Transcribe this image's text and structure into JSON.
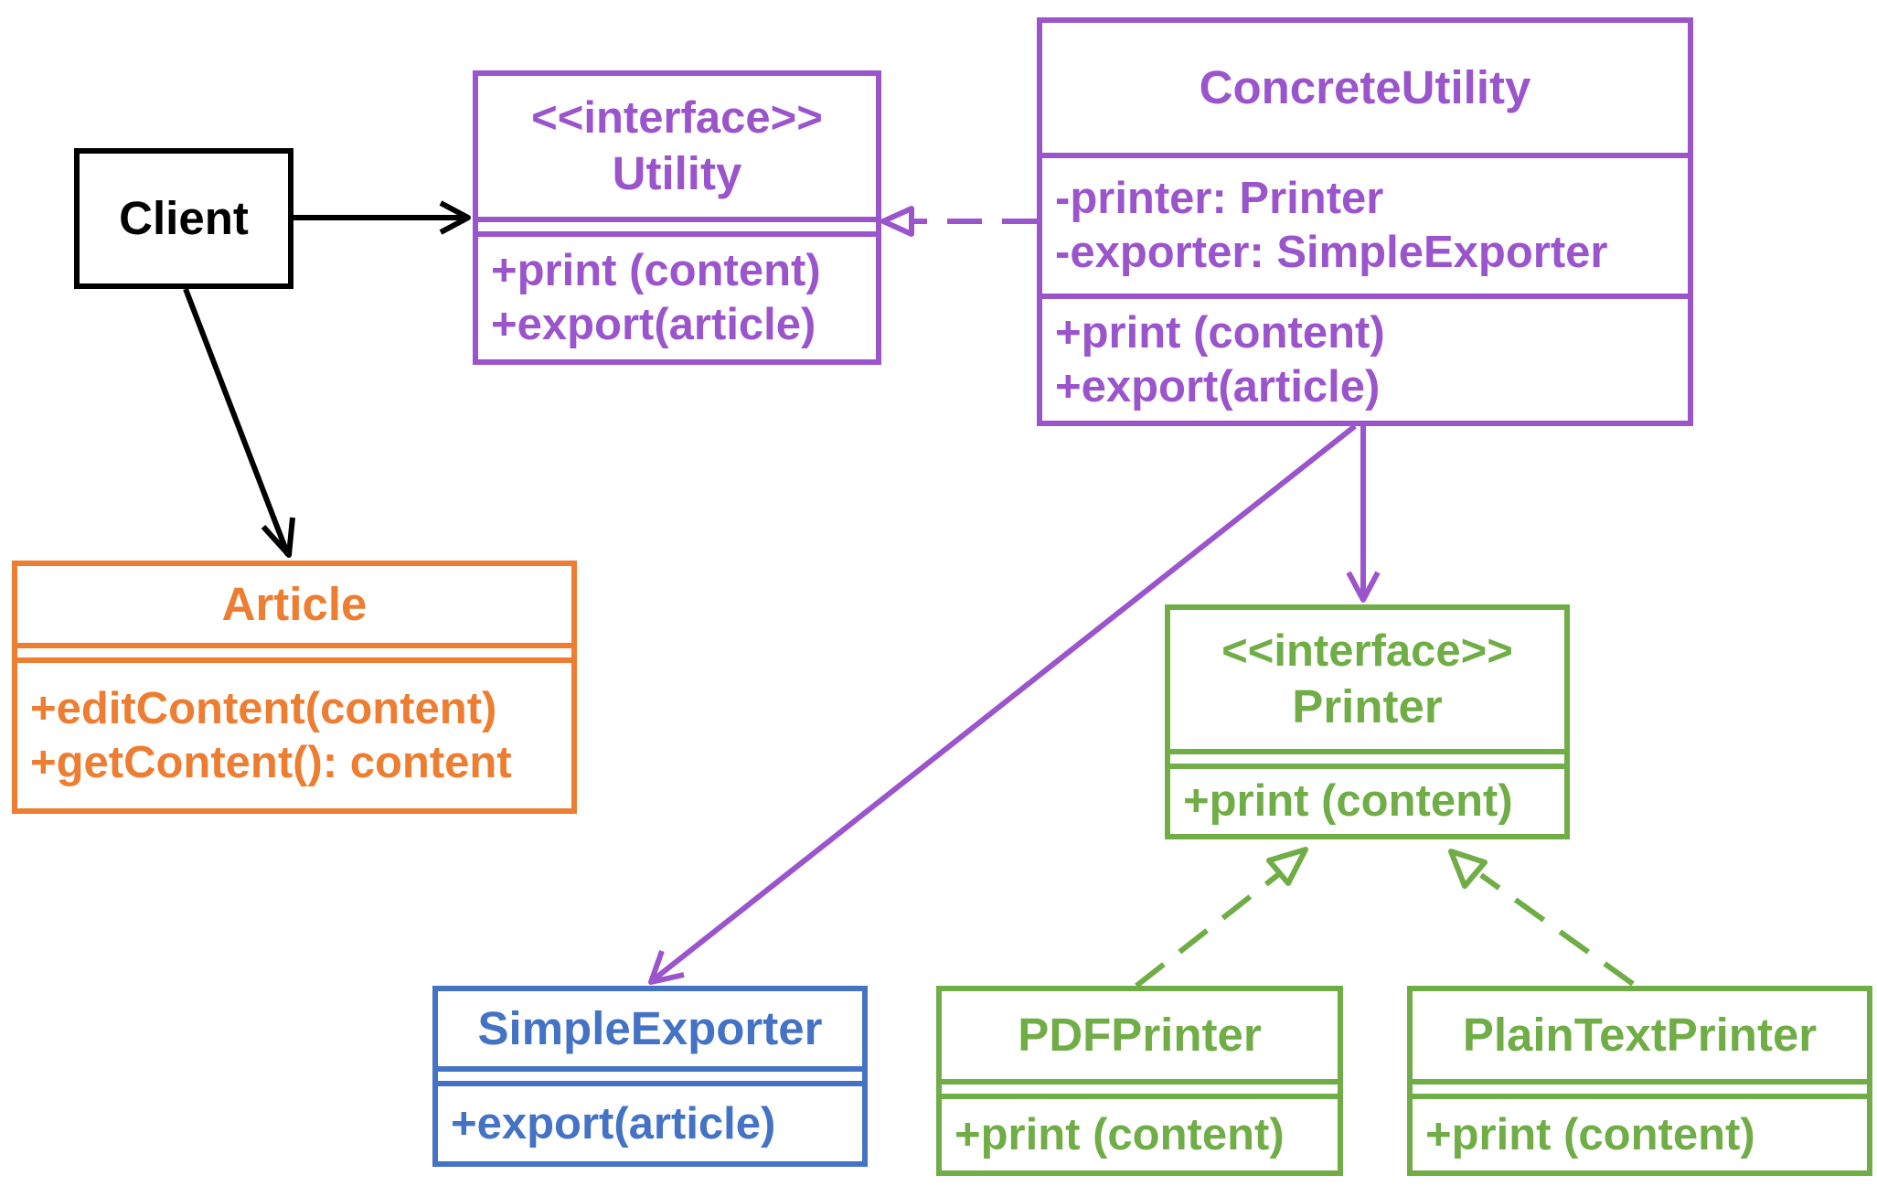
{
  "colors": {
    "client": "#000000",
    "utility": "#9b55cc",
    "article": "#ed7d31",
    "printer": "#70ad47",
    "exporter": "#4472c4"
  },
  "classes": {
    "client": {
      "name": "Client"
    },
    "utility": {
      "stereotype": "<<interface>>",
      "name": "Utility",
      "operations": [
        "+print (content)",
        "+export(article)"
      ]
    },
    "concrete_utility": {
      "name": "ConcreteUtility",
      "attributes": [
        "-printer: Printer",
        "-exporter: SimpleExporter"
      ],
      "operations": [
        "+print (content)",
        "+export(article)"
      ]
    },
    "article": {
      "name": "Article",
      "operations": [
        "+editContent(content)",
        "+getContent(): content"
      ]
    },
    "printer": {
      "stereotype": "<<interface>>",
      "name": "Printer",
      "operations": [
        "+print (content)"
      ]
    },
    "simple_exporter": {
      "name": "SimpleExporter",
      "operations": [
        "+export(article)"
      ]
    },
    "pdf_printer": {
      "name": "PDFPrinter",
      "operations": [
        "+print (content)"
      ]
    },
    "plain_text_printer": {
      "name": "PlainTextPrinter",
      "operations": [
        "+print (content)"
      ]
    }
  },
  "relationships": [
    {
      "from": "Client",
      "to": "Utility",
      "kind": "association",
      "color": "#000000"
    },
    {
      "from": "Client",
      "to": "Article",
      "kind": "association",
      "color": "#000000"
    },
    {
      "from": "ConcreteUtility",
      "to": "Utility",
      "kind": "realization",
      "color": "#9b55cc"
    },
    {
      "from": "ConcreteUtility",
      "to": "Printer",
      "kind": "association",
      "color": "#9b55cc"
    },
    {
      "from": "ConcreteUtility",
      "to": "SimpleExporter",
      "kind": "association",
      "color": "#9b55cc"
    },
    {
      "from": "PDFPrinter",
      "to": "Printer",
      "kind": "realization",
      "color": "#70ad47"
    },
    {
      "from": "PlainTextPrinter",
      "to": "Printer",
      "kind": "realization",
      "color": "#70ad47"
    }
  ]
}
